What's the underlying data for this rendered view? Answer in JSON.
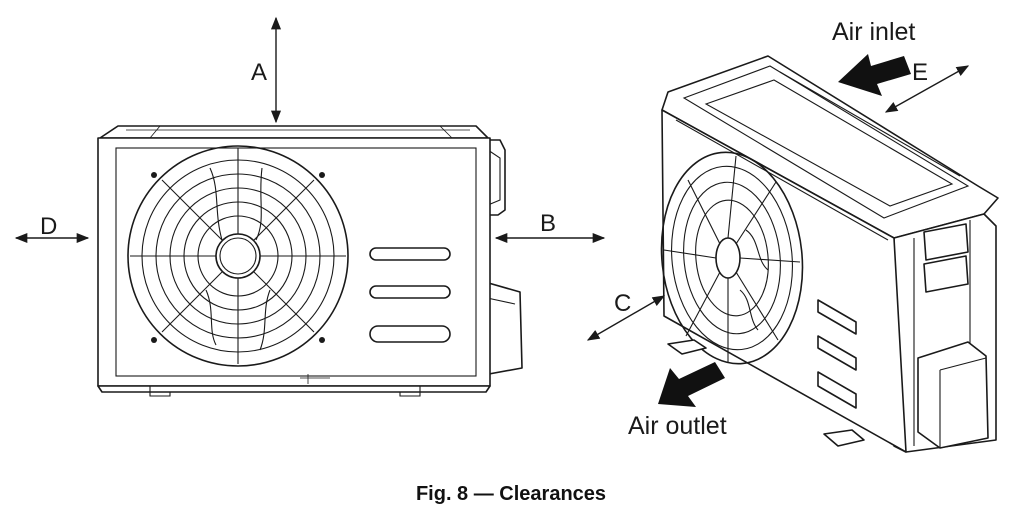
{
  "labels": {
    "a": "A",
    "b": "B",
    "c": "C",
    "d": "D",
    "e": "E",
    "air_inlet": "Air inlet",
    "air_outlet": "Air outlet"
  },
  "caption": "Fig. 8 — Clearances"
}
